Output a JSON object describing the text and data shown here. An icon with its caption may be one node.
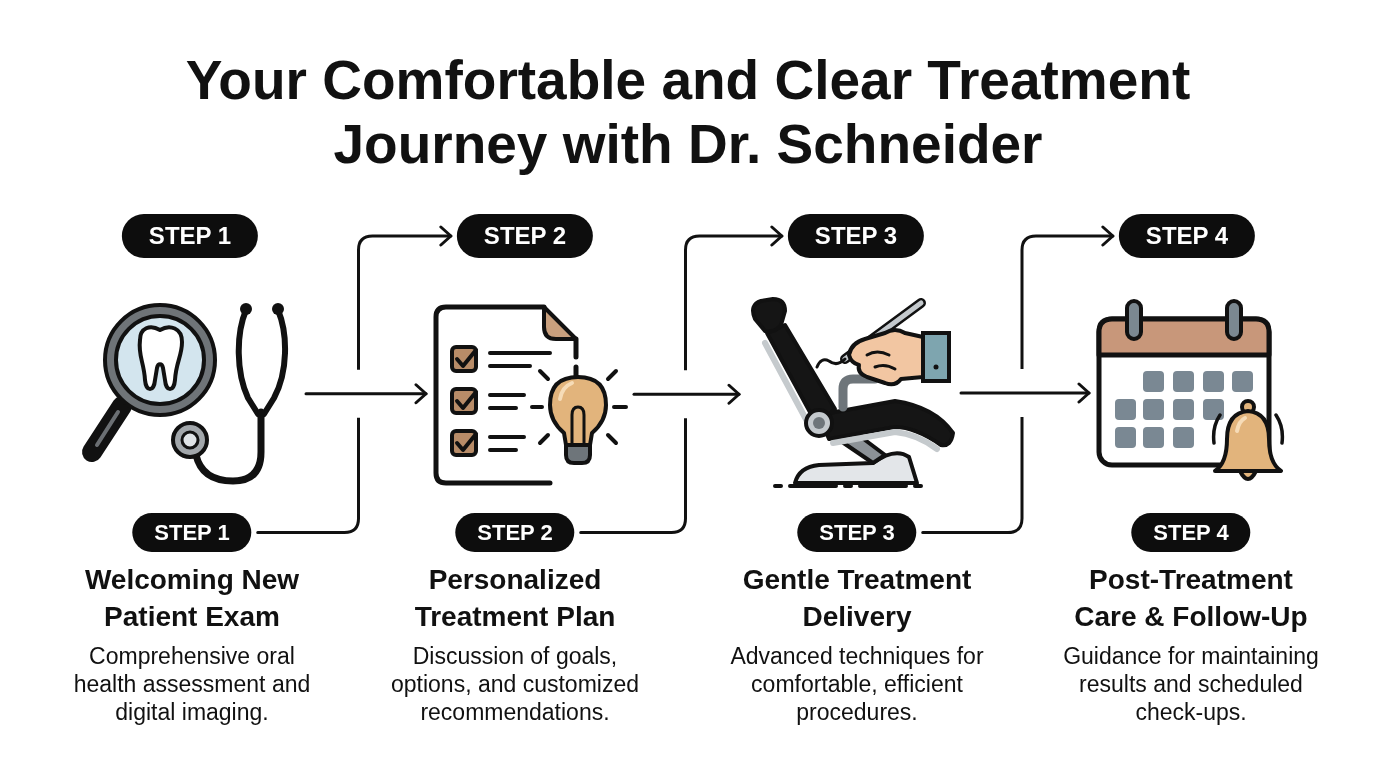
{
  "diagram": {
    "title": "Your Comfortable and Clear Treatment Journey with Dr. Schneider",
    "nodes": [
      {
        "text": [
          "STEP 1"
        ]
      },
      {
        "text": [],
        "shape": "picture"
      },
      {
        "text": [
          "STEP 1"
        ],
        "beside": [
          "Welcoming New Patient Exam",
          "Comprehensive oral health assessment and digital imaging."
        ]
      },
      {
        "text": [
          "STEP 2"
        ]
      },
      {
        "text": [],
        "shape": "picture"
      },
      {
        "text": [
          "STEP 2"
        ],
        "beside": [
          "Personalized Treatment Plan",
          "Discussion of goals, options, and customized recommendations."
        ]
      },
      {
        "text": [
          "STEP 3"
        ]
      },
      {
        "text": [],
        "shape": "picture"
      },
      {
        "text": [
          "STEP 3"
        ],
        "beside": [
          "Gentle Treatment Delivery",
          "Advanced techniques for comfortable, efficient procedures."
        ]
      },
      {
        "text": [
          "STEP 4"
        ]
      },
      {
        "text": [],
        "shape": "picture"
      },
      {
        "text": [
          "STEP 4"
        ],
        "beside": [
          "Post-Treatment Care & Follow-Up",
          "Guidance for maintaining results and scheduled check-ups."
        ]
      }
    ],
    "edges": [
      {
        "from": 2,
        "to": 3,
        "arrow": "to"
      },
      {
        "from": 1,
        "to": 4,
        "arrow": "to"
      },
      {
        "from": 5,
        "to": 6,
        "arrow": "to"
      },
      {
        "from": 4,
        "to": 7,
        "arrow": "to"
      },
      {
        "from": 8,
        "to": 9,
        "arrow": "to"
      },
      {
        "from": 7,
        "to": 10,
        "arrow": "to"
      }
    ]
  }
}
